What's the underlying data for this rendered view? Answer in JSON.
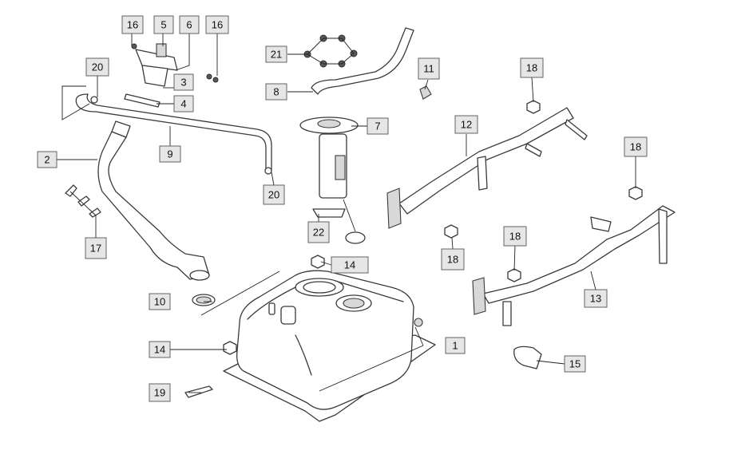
{
  "callouts": {
    "c1": "1",
    "c2": "2",
    "c3": "3",
    "c4": "4",
    "c5": "5",
    "c6": "6",
    "c7": "7",
    "c8": "8",
    "c9": "9",
    "c10": "10",
    "c11": "11",
    "c12": "12",
    "c13": "13",
    "c14a": "14",
    "c14b": "14",
    "c15": "15",
    "c16a": "16",
    "c16b": "16",
    "c17": "17",
    "c18a": "18",
    "c18b": "18",
    "c18c": "18",
    "c18d": "18",
    "c19": "19",
    "c20a": "20",
    "c20b": "20",
    "c21": "21",
    "c22": "22"
  }
}
